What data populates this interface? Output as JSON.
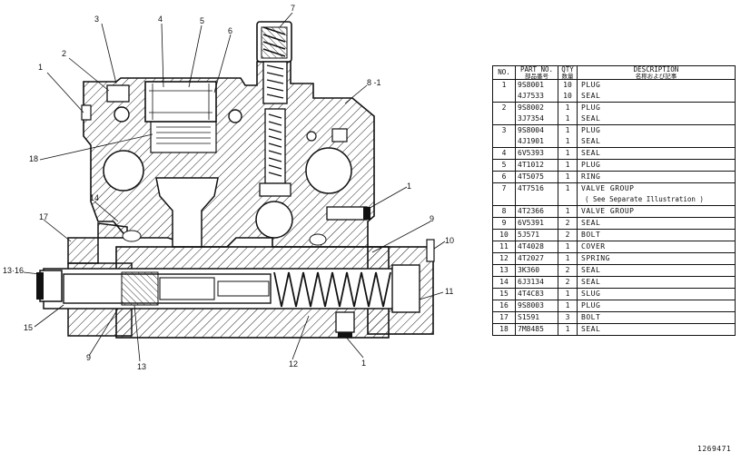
{
  "callouts": [
    "1",
    "2",
    "3",
    "4",
    "5",
    "6",
    "7",
    "8 -1",
    "18",
    "14",
    "17",
    "13·16",
    "15",
    "9",
    "13",
    "12",
    "1",
    "1",
    "9",
    "10",
    "11"
  ],
  "table": {
    "headers": {
      "no": "NO.",
      "part_no": "PART NO.",
      "part_no_sub": "部品番号",
      "qty": "QTY",
      "qty_sub": "数量",
      "desc": "DESCRIPTION",
      "desc_sub": "名称および記事"
    },
    "rows": [
      {
        "no": "1",
        "part": "9S8001",
        "qty": "10",
        "desc": "PLUG"
      },
      {
        "no": "",
        "part": "4J7533",
        "qty": "10",
        "desc": "SEAL"
      },
      {
        "no": "2",
        "part": "9S8002",
        "qty": "1",
        "desc": "PLUG"
      },
      {
        "no": "",
        "part": "3J7354",
        "qty": "1",
        "desc": "SEAL"
      },
      {
        "no": "3",
        "part": "9S8004",
        "qty": "1",
        "desc": "PLUG"
      },
      {
        "no": "",
        "part": "4J1901",
        "qty": "1",
        "desc": "SEAL"
      },
      {
        "no": "4",
        "part": "6V5393",
        "qty": "1",
        "desc": "SEAL"
      },
      {
        "no": "5",
        "part": "4T1012",
        "qty": "1",
        "desc": "PLUG"
      },
      {
        "no": "6",
        "part": "4T5075",
        "qty": "1",
        "desc": "RING"
      },
      {
        "no": "7",
        "part": "4T7516",
        "qty": "1",
        "desc": "VALVE GROUP"
      },
      {
        "no": "",
        "part": "",
        "qty": "",
        "desc": "( See Separate Illustration )"
      },
      {
        "no": "8",
        "part": "4T2366",
        "qty": "1",
        "desc": "VALVE GROUP"
      },
      {
        "no": "9",
        "part": "6V5391",
        "qty": "2",
        "desc": "SEAL"
      },
      {
        "no": "10",
        "part": "5J571",
        "qty": "2",
        "desc": "BOLT"
      },
      {
        "no": "11",
        "part": "4T4028",
        "qty": "1",
        "desc": "COVER"
      },
      {
        "no": "12",
        "part": "4T2027",
        "qty": "1",
        "desc": "SPRING"
      },
      {
        "no": "13",
        "part": "3K360",
        "qty": "2",
        "desc": "SEAL"
      },
      {
        "no": "14",
        "part": "6J3134",
        "qty": "2",
        "desc": "SEAL"
      },
      {
        "no": "15",
        "part": "4T4C83",
        "qty": "1",
        "desc": "SLUG"
      },
      {
        "no": "16",
        "part": "9S8003",
        "qty": "1",
        "desc": "PLUG"
      },
      {
        "no": "17",
        "part": "S1591",
        "qty": "3",
        "desc": "BOLT"
      },
      {
        "no": "18",
        "part": "7M8485",
        "qty": "1",
        "desc": "SEAL"
      }
    ]
  },
  "doc_id": "1269471"
}
